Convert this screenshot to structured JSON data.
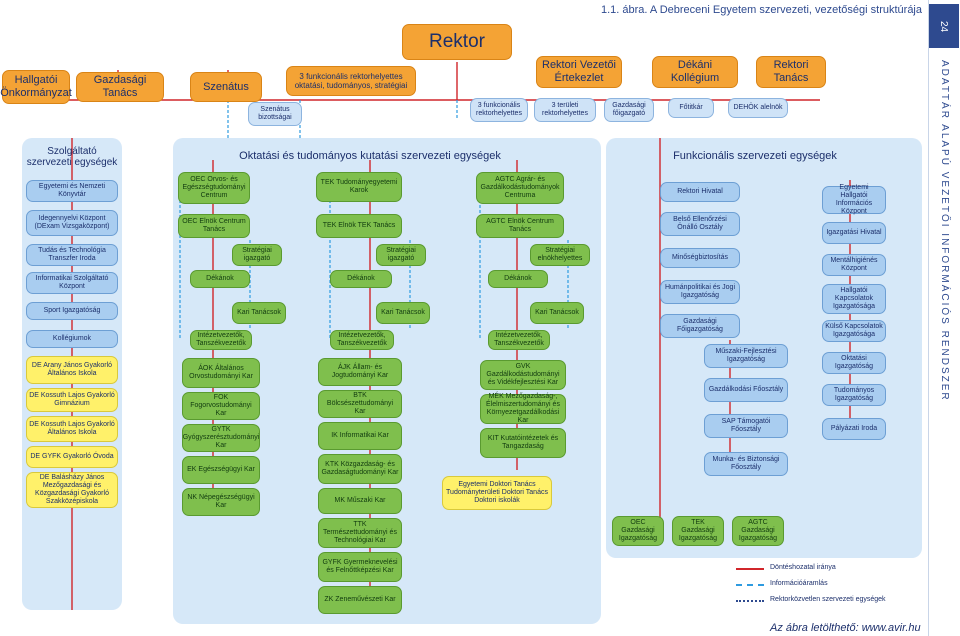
{
  "title": "1.1. ábra. A Debreceni Egyetem szervezeti, vezetőségi struktúrája",
  "page_number": "24",
  "side_text": "ADATTÁR ALAPÚ VEZETŐI INFORMÁCIÓS RENDSZER",
  "footer": "Az ábra letölthető: www.avir.hu",
  "top": {
    "rektor": "Rektor",
    "hallgatoi": "Hallgatói Önkormányzat",
    "gazdasagi_tanacs": "Gazdasági Tanács",
    "szenatus": "Szenátus",
    "szenatus_bizottsagai": "Szenátus bizottságai",
    "funkcionalis_rh": "3 funkcionális rektorhelyettes oktatási, tudományos, stratégiai",
    "rektori_vezetoi": "Rektori Vezetői Értekezlet",
    "dekani": "Dékáni Kollégium",
    "rektori_tanacs": "Rektori Tanács",
    "sub_funkcionalis": "3 funkcionális rektorhelyettes",
    "sub_teruleti": "3 területi rektorhelyettes",
    "sub_gazd_foigazgato": "Gazdasági főigazgató",
    "sub_fotitkar": "Főtitkár",
    "sub_dehok": "DEHÖK alelnök"
  },
  "szolgaltato": {
    "header": "Szolgáltató szervezeti egységek",
    "items": [
      "Egyetemi és Nemzeti Könyvtár",
      "Idegennyelvi Központ (DExam Vizsgaközpont)",
      "Tudás és Technológia Transzfer Iroda",
      "Informatikai Szolgáltató Központ",
      "Sport Igazgatóság",
      "Kollégiumok"
    ],
    "schools": [
      "DE Arany János Gyakorló Általános Iskola",
      "DE Kossuth Lajos Gyakorló Gimnázium",
      "DE Kossuth Lajos Gyakorló Általános Iskola",
      "DE GYFK Gyakorló Óvoda",
      "DE Balásházy János Mezőgazdasági és Közgazdasági Gyakorló Szakközépiskola"
    ]
  },
  "oktatasi_header": "Oktatási és tudományos kutatási szervezeti egységek",
  "oec": {
    "centrum": "OEC Orvos- és Egészségtudományi Centrum",
    "elnok": "OEC Elnök Centrum Tanács",
    "strategiai": "Stratégiai igazgató",
    "dekanok": "Dékánok",
    "kari": "Kari Tanácsok",
    "intezet": "Intézetvezetők, Tanszékvezetők",
    "karok": [
      "ÁOK Általános Orvostudományi Kar",
      "FOK Fogorvostudományi Kar",
      "GYTK Gyógyszerésztudományi Kar",
      "EK Egészségügyi Kar",
      "NK Népegészségügyi Kar"
    ]
  },
  "tek": {
    "centrum": "TEK Tudományegyetemi Karok",
    "elnok": "TEK Elnök TEK Tanács",
    "strategiai": "Stratégiai igazgató",
    "dekanok": "Dékánok",
    "kari": "Kari Tanácsok",
    "intezet": "Intézetvezetők, Tanszékvezetők",
    "karok": [
      "ÁJK Állam- és Jogtudományi Kar",
      "BTK Bölcsészettudományi Kar",
      "IK Informatikai Kar",
      "KTK Közgazdaság- és Gazdaságtudományi Kar",
      "MK Műszaki Kar",
      "TTK Természettudományi és Technológiai Kar",
      "GYFK Gyermeknevelési és Felnőttképzési Kar",
      "ZK Zeneművészeti Kar"
    ]
  },
  "agtc": {
    "centrum": "AGTC Agrár- és Gazdálkodástudományok Centruma",
    "elnok": "AGTC Elnök Centrum Tanács",
    "strategiai": "Stratégiai elnökhelyettes",
    "dekanok": "Dékánok",
    "kari": "Kari Tanácsok",
    "intezet": "Intézetvezetők, Tanszékvezetők",
    "karok": [
      "GVK Gazdálkodástudományi és Vidékfejlesztési Kar",
      "MÉK Mezőgazdaság-, Élelmiszertudományi és Környezetgazdálkodási Kar",
      "KIT Kutatóintézetek és Tangazdaság"
    ]
  },
  "doktori": "Egyetemi Doktori Tanács Tudományterületi Doktori Tanács Doktori iskolák",
  "funkcionalis": {
    "header": "Funkcionális szervezeti egységek",
    "left": [
      "Rektori Hivatal",
      "Belső Ellenőrzési Önálló Osztály",
      "Minőségbiztosítás",
      "Humánpolitikai és Jogi Igazgatóság",
      "Gazdasági Főigazgatóság"
    ],
    "gf_sub": [
      "Műszaki-Fejlesztési Igazgatóság",
      "Gazdálkodási Főosztály",
      "SAP Támogatói Főosztály",
      "Munka- és Biztonsági Főosztály"
    ],
    "gf_bottom": [
      "OEC Gazdasági Igazgatóság",
      "TEK Gazdasági Igazgatóság",
      "AGTC Gazdasági Igazgatóság"
    ],
    "right": [
      "Egyetemi Hallgatói Információs Központ",
      "Igazgatási Hivatal",
      "Mentálhigiénés Központ",
      "Hallgatói Kapcsolatok Igazgatósága",
      "Külső Kapcsolatok Igazgatósága",
      "Oktatási Igazgatóság",
      "Tudományos Igazgatóság",
      "Pályázati Iroda"
    ]
  },
  "legend": [
    "Döntéshozatal iránya",
    "Információáramlás",
    "Rektorközvetlen szervezeti egységek"
  ],
  "colors": {
    "orange": "#f4a335",
    "blue": "#a9cdf0",
    "green": "#7fbf4d",
    "yellow": "#fff16a",
    "navy": "#2e4a8f",
    "red": "#d1262b"
  }
}
